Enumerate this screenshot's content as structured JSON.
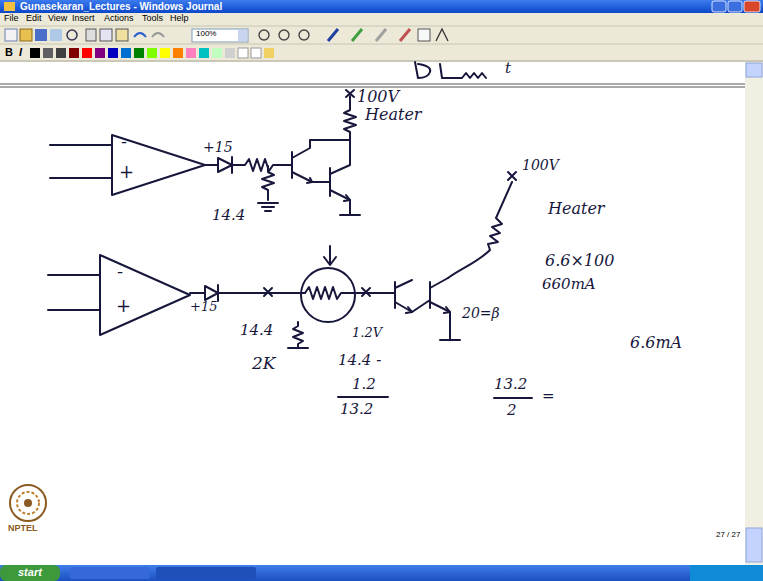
{
  "diagram": {
    "labels": [
      "Gunasekaran_Lectures - Windows Journal",
      "File",
      "Edit",
      "View",
      "Insert",
      "Actions",
      "Tools",
      "Help",
      "100%",
      "B",
      "I",
      "100V",
      "Heater",
      "-",
      "+",
      "+15",
      "14.4",
      "100V",
      "Heater",
      "6.6×100",
      "660mA",
      "20=β",
      "-",
      "+",
      "+15",
      "14.4",
      "1.2V",
      "2K",
      "14.4 -",
      "1.2",
      "13.2",
      "13.2",
      "2",
      "=",
      "6.6mA",
      "NPTEL",
      "27 / 27",
      "start",
      "t"
    ]
  }
}
